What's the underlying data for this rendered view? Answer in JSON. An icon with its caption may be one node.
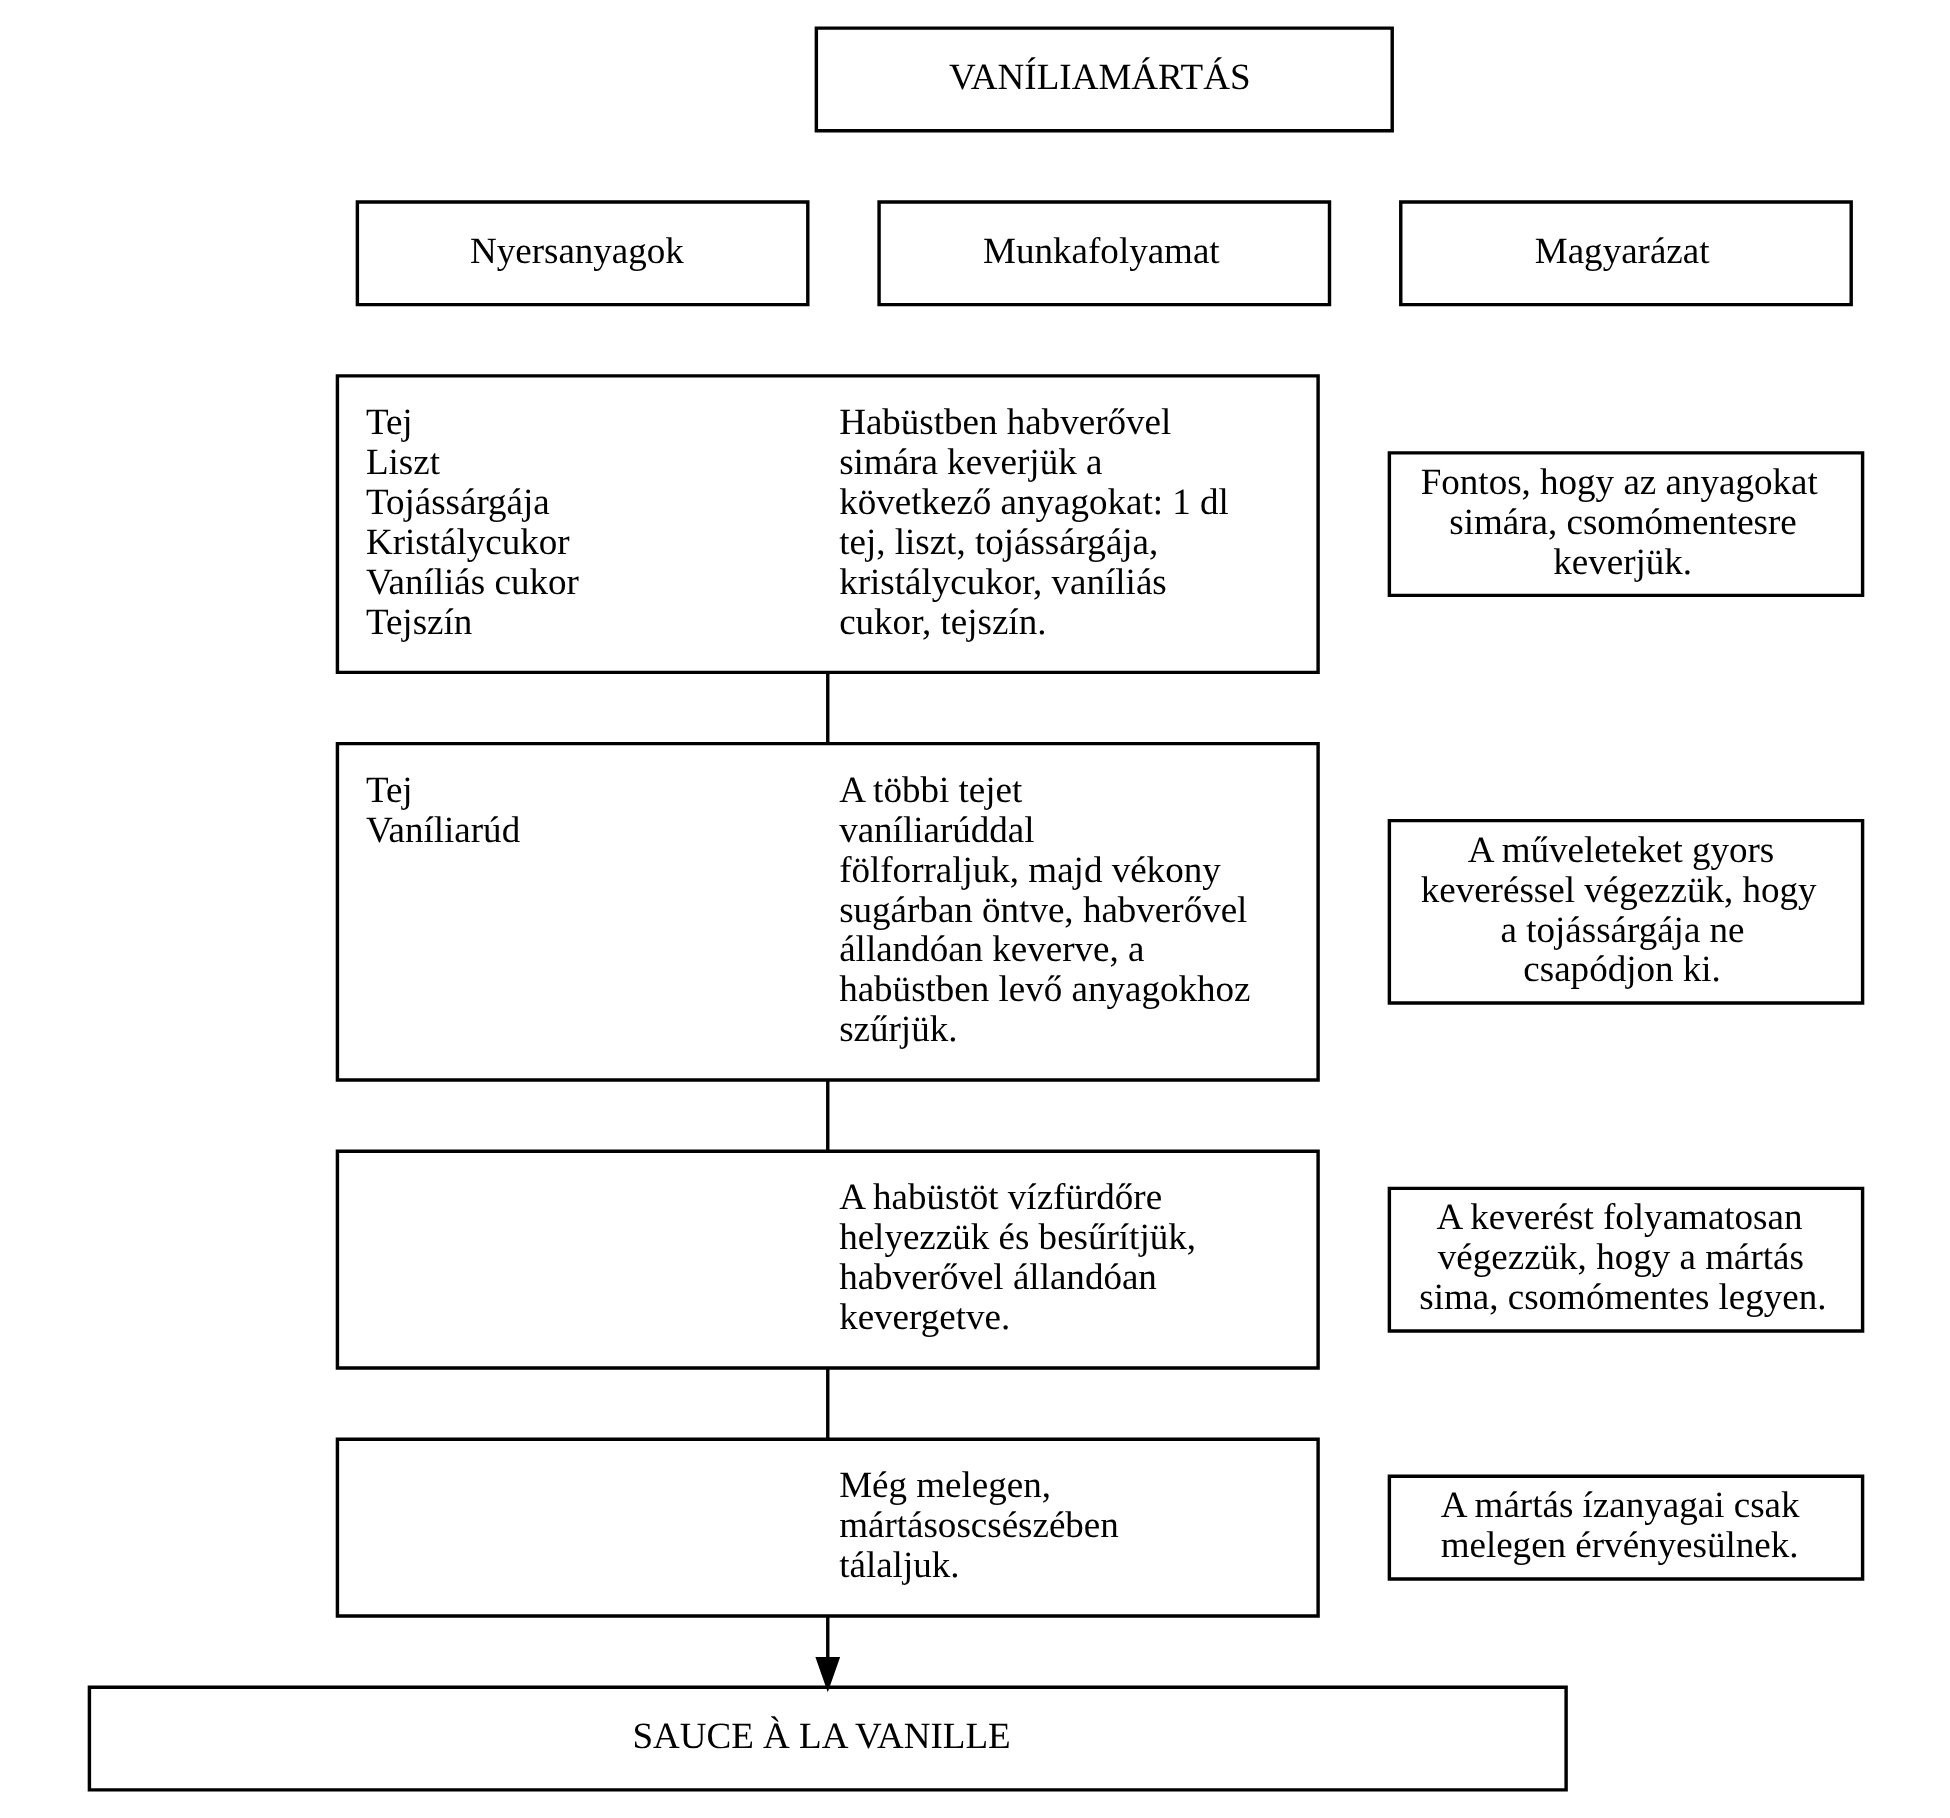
{
  "diagram": {
    "nodes": [
      {
        "text": [
          "VANÍLIAMÁRTÁS"
        ]
      },
      {
        "text": [
          "Nyersanyagok"
        ]
      },
      {
        "text": [
          "Munkafolyamat"
        ]
      },
      {
        "text": [
          "Magyarázat"
        ]
      },
      {
        "text": [
          "Tej",
          "Liszt",
          "Tojássárgája",
          "Kristálycukor",
          "Vaníliás cukor",
          "Tejszín",
          "Habüstben habverővel simára keverjük a következő anyagokat: 1 dl tej, liszt, tojássárgája, kristálycukor, vaníliás cukor, tejszín."
        ]
      },
      {
        "text": [
          "Fontos, hogy az anyagokat simára, csomómentesre keverjük."
        ]
      },
      {
        "text": [
          "Tej",
          "Vaníliarúd",
          "A többi tejet vaníliarúddal fölforraljuk, majd vékony sugárban öntve, habverővel állandóan keverve, a habüstben levő anyagokhoz szűrjük."
        ]
      },
      {
        "text": [
          "A műveleteket gyors keveréssel végezzük, hogy a tojássárgája ne csapódjon ki."
        ]
      },
      {
        "text": [
          "A habüstöt vízfürdőre helyezzük és besűrítjük, habverővel állandóan kevergetve."
        ]
      },
      {
        "text": [
          "A keverést folyamatosan végezzük, hogy a mártás sima, csomómentes legyen."
        ]
      },
      {
        "text": [
          "Még melegen, mártásoscsészében tálaljuk."
        ]
      },
      {
        "text": [
          "A mártás ízanyagai csak melegen érvényesülnek."
        ]
      },
      {
        "text": [
          "SAUCE À LA VANILLE"
        ]
      }
    ],
    "edges": [
      {
        "from": 4,
        "to": 6,
        "arrow": "none"
      },
      {
        "from": 6,
        "to": 8,
        "arrow": "none"
      },
      {
        "from": 8,
        "to": 10,
        "arrow": "none"
      },
      {
        "from": 10,
        "to": 12,
        "arrow": "to"
      }
    ]
  }
}
